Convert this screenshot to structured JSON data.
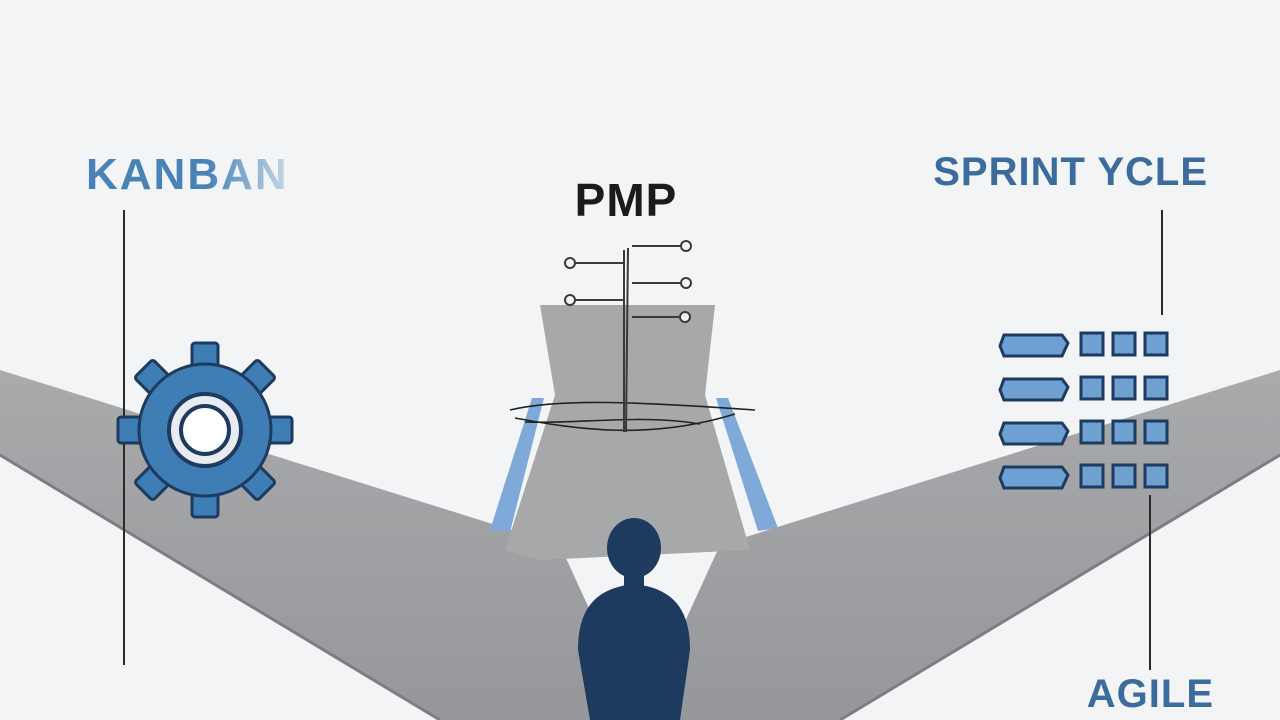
{
  "labels": {
    "left_title": "KANBAN",
    "center_title": "PMP",
    "right_title": "SPRINT YCLE",
    "right_bottom": "AGILE"
  },
  "icons": {
    "left": "gear-icon",
    "center": "signpost-icon",
    "right": "sprint-blocks-icon",
    "person": "person-silhouette-icon"
  },
  "colors": {
    "background": "#f3f4f5",
    "road": "#9fa0a2",
    "accent_blue": "#3f7db5",
    "dark_navy": "#1e3a5f",
    "text_dark": "#1b1b1b"
  }
}
